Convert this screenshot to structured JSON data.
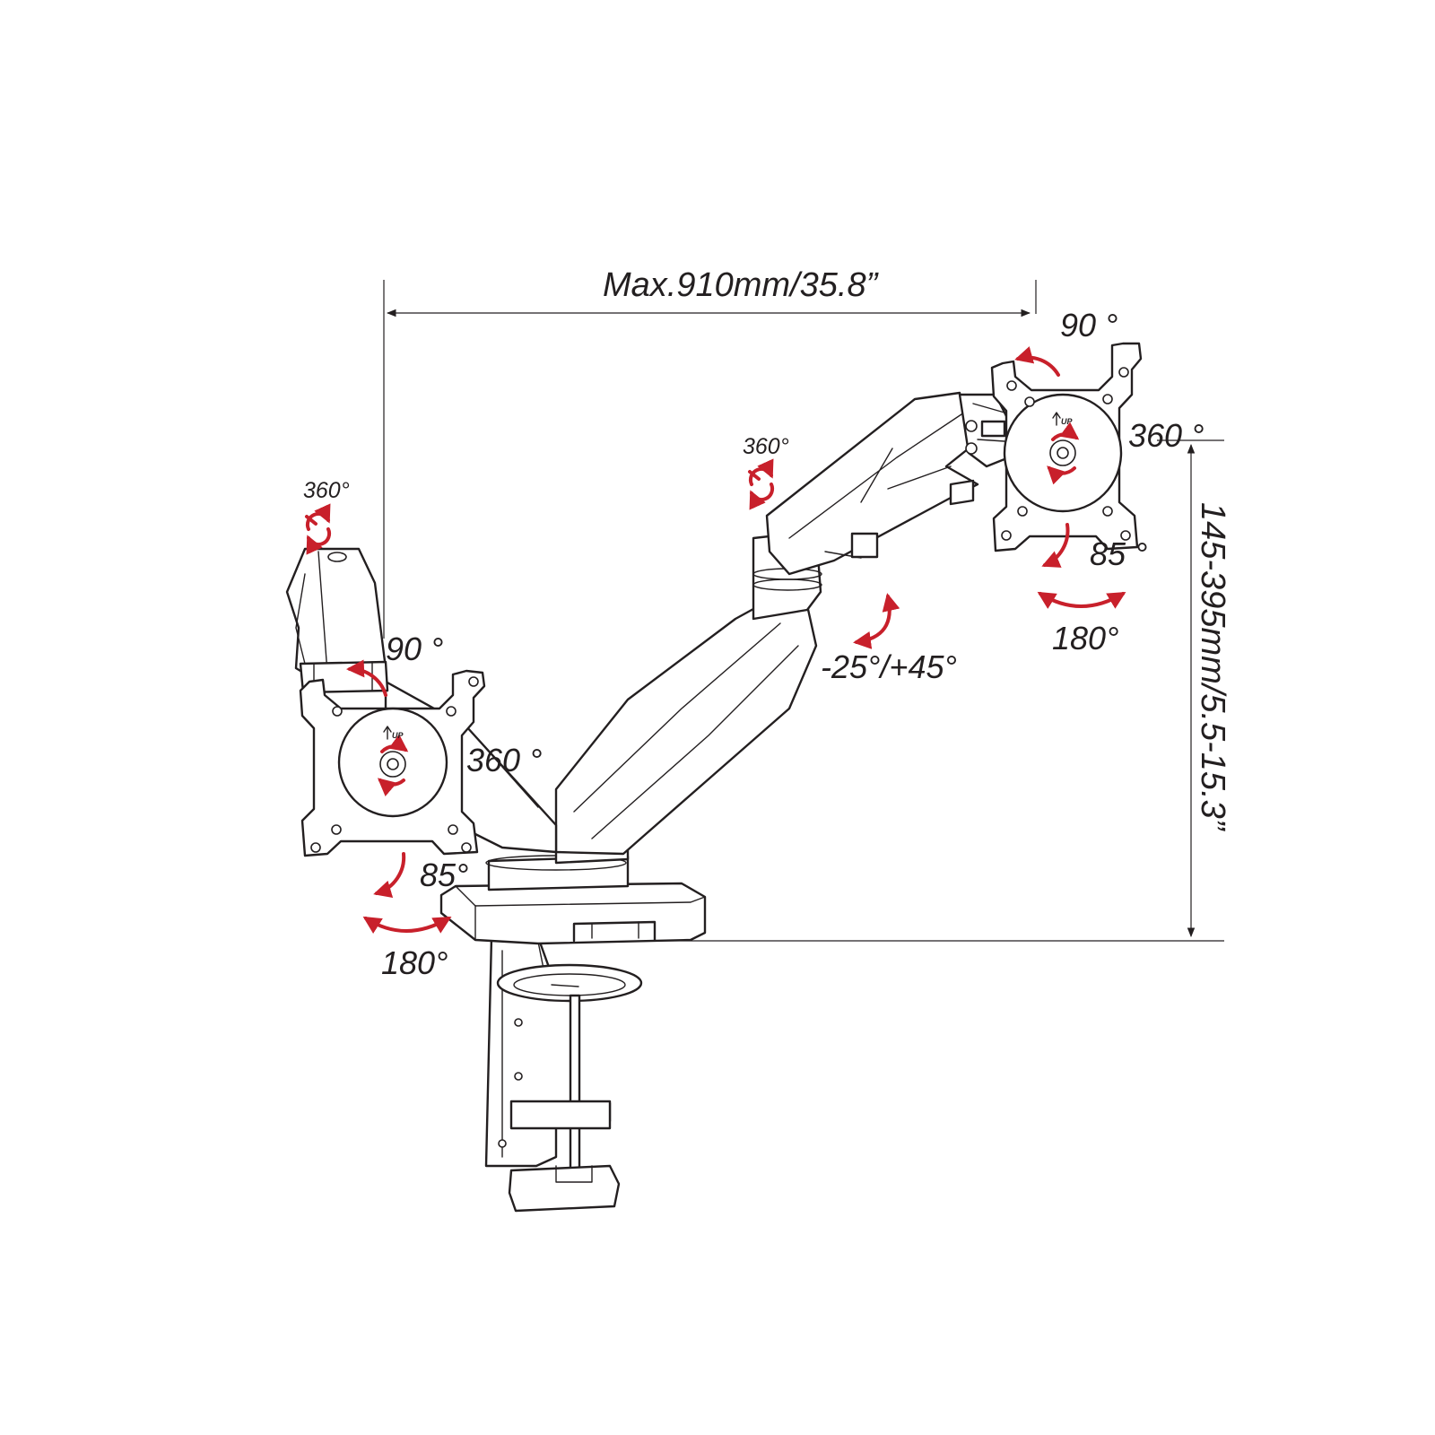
{
  "dimensions": {
    "width_label": "Max.910mm/35.8”",
    "height_label": "145-395mm/5.5-15.3”"
  },
  "right_head": {
    "tilt_up": "90 °",
    "rotation": "360 °",
    "tilt_down": "85 °",
    "swivel": "180°",
    "up_mark": "UP"
  },
  "left_head": {
    "arm_swivel": "360°",
    "tilt_up": "90 °",
    "rotation": "360 °",
    "tilt_down": "85°",
    "swivel": "180°",
    "up_mark": "UP"
  },
  "right_arm": {
    "arm_swivel": "360°",
    "height_tilt": "-25°/+45°"
  },
  "colors": {
    "line": "#231f20",
    "arrow": "#c8202b",
    "background": "#ffffff"
  }
}
